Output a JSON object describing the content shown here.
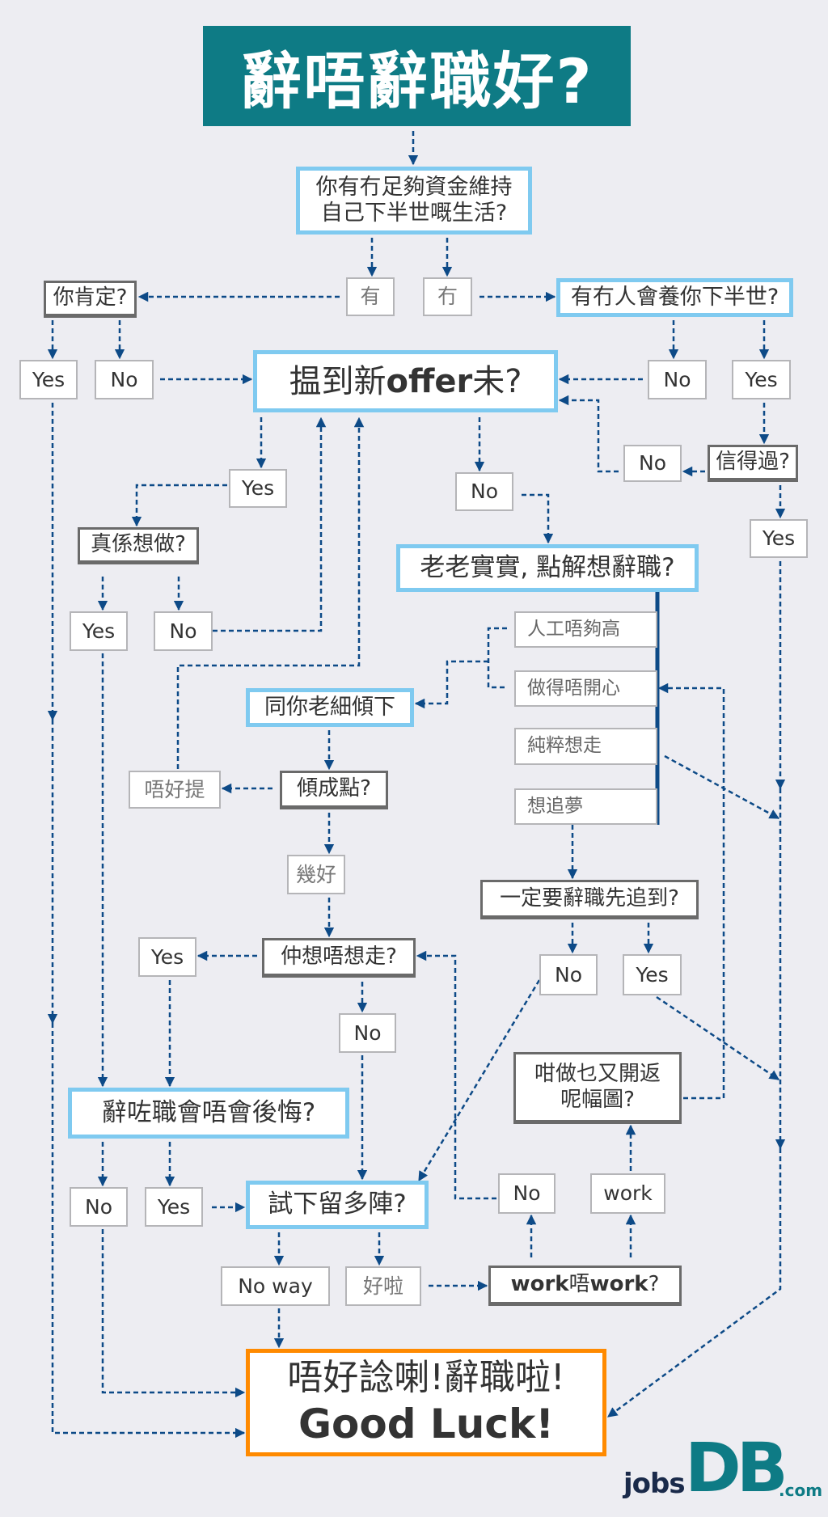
{
  "title": "辭唔辭職好?",
  "q_funds": {
    "line1": "你有冇足夠資金維持",
    "line2": "自己下半世嘅生活?"
  },
  "ans_have": "有",
  "ans_havent": "冇",
  "q_sure": "你肯定?",
  "q_support": "有冇人會養你下半世?",
  "sure_yes": "Yes",
  "sure_no": "No",
  "support_no": "No",
  "support_yes": "Yes",
  "q_offer": {
    "pre": "揾到新",
    "bold": "offer",
    "post": "未?"
  },
  "q_trust": "信得過?",
  "trust_no": "No",
  "trust_yes": "Yes",
  "offer_yes": "Yes",
  "offer_no": "No",
  "q_really": "真係想做?",
  "really_yes": "Yes",
  "really_no": "No",
  "q_why": "老老實實, 點解想辭職?",
  "reasons": [
    "人工唔夠高",
    "做得唔開心",
    "純粹想走",
    "想追夢"
  ],
  "talk_boss": "同你老細傾下",
  "q_talk_result": "傾成點?",
  "talk_bad": "唔好提",
  "talk_good": "幾好",
  "q_must_quit": "一定要辭職先追到?",
  "must_no": "No",
  "must_yes": "Yes",
  "q_still_leave": "仲想唔想走?",
  "still_yes": "Yes",
  "still_no": "No",
  "q_why_here": {
    "line1": "咁做乜又開返",
    "line2": "呢幅圖?"
  },
  "q_regret": "辭咗職會唔會後悔?",
  "regret_no": "No",
  "regret_yes": "Yes",
  "q_stay": "試下留多陣?",
  "work_no": "No",
  "work_yes": "work",
  "stay_noway": "No way",
  "stay_ok": "好啦",
  "q_work": {
    "a": "work",
    "b": "唔",
    "c": "work",
    "d": "?"
  },
  "final": {
    "line1": "唔好諗喇!辭職啦!",
    "line2": "Good Luck!"
  },
  "logo": {
    "jobs": "jobs",
    "db": "DB",
    "com": ".com"
  },
  "colors": {
    "title_bg": "#0e7b85",
    "arrow": "#0d4a87",
    "main_border": "#7fcaf0",
    "final_border": "#ff8a00",
    "background": "#ededf2"
  }
}
